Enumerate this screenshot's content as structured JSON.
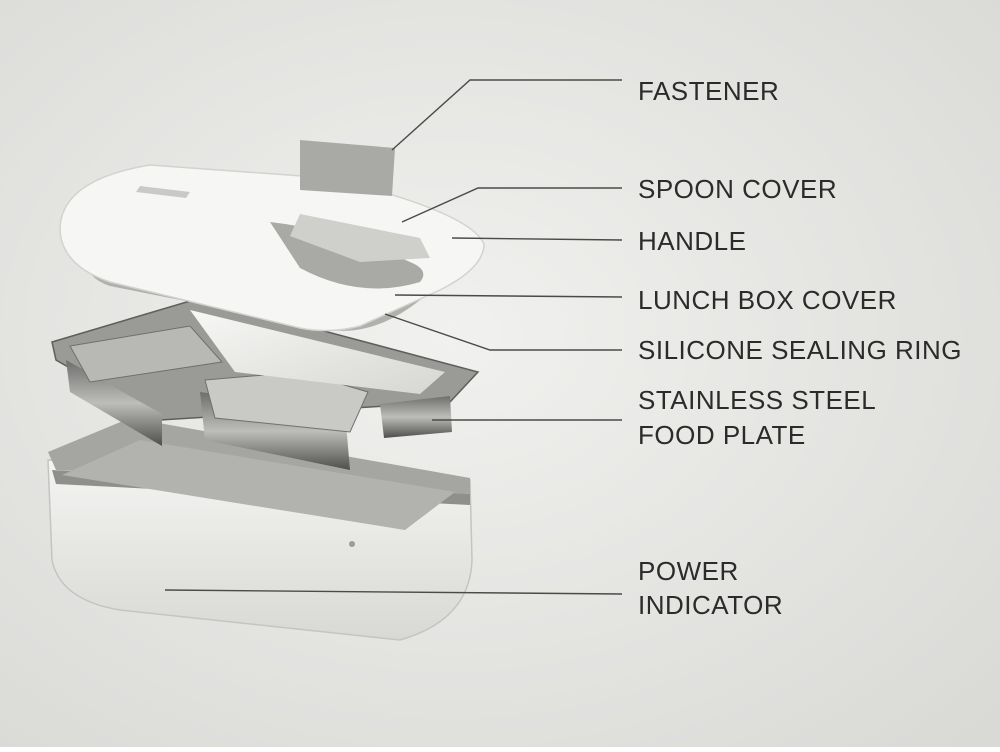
{
  "colors": {
    "paper": "#e9e9e7",
    "accent": "#9a9a96",
    "cover": "#f5f5f3",
    "steel": "#8a8a88",
    "text": "#2b2b2b"
  },
  "labels": {
    "fastener": "FASTENER",
    "spoon_cover": "SPOON COVER",
    "handle": "HANDLE",
    "lunch_box_cover": "LUNCH BOX COVER",
    "silicone_sealing_ring": "SILICONE SEALING RING",
    "food_plate_line1": "STAINLESS STEEL",
    "food_plate_line2": "FOOD PLATE",
    "power_line1": "POWER",
    "power_line2": "INDICATOR"
  }
}
